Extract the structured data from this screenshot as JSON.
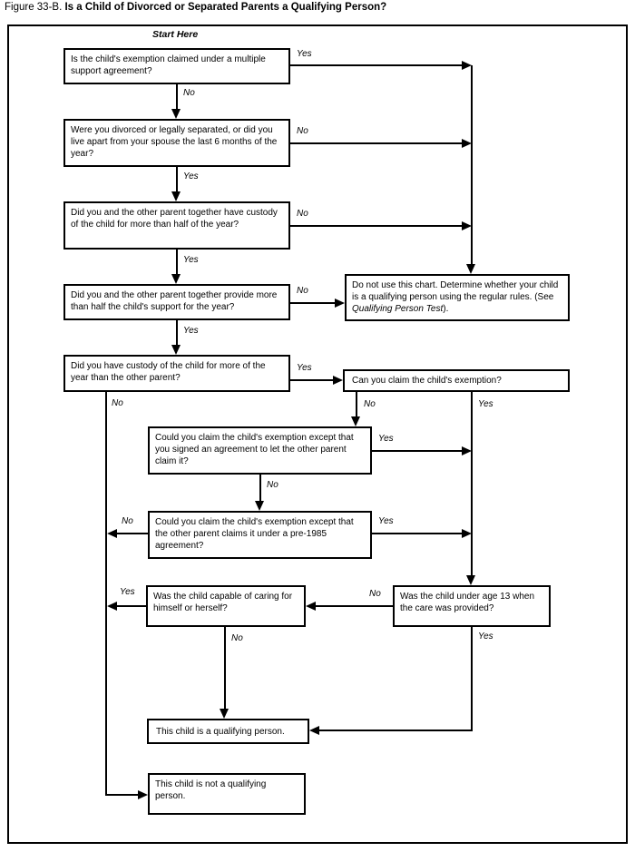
{
  "title": {
    "figure_label": "Figure 33-B.",
    "figure_title": "Is a Child of Divorced or Separated Parents a Qualifying Person?"
  },
  "start_label": "Start Here",
  "nodes": {
    "multiple_support": {
      "text": "Is the child's exemption claimed under a multiple support agreement?"
    },
    "divorced_separated": {
      "text": "Were you divorced or legally separated, or did you live apart from your spouse the last 6 months of the year?"
    },
    "custody_together": {
      "text": "Did you and the other parent together have custody of the child for more than half of the year?"
    },
    "support_together": {
      "text": "Did you and the other parent together provide more than half the child's support for the year?"
    },
    "do_not_use": {
      "text_before": "Do not use this chart. Determine whether your child is a qualifying person using the regular rules. (See ",
      "italic": "Qualifying Person Test",
      "text_after": ")."
    },
    "custody_more": {
      "text": "Did you have custody of the child for more of the year than the other parent?"
    },
    "claim_exemption": {
      "text": "Can you claim the child's exemption?"
    },
    "signed_agreement": {
      "text": "Could you claim the child's exemption except that you signed an agreement to let the other parent claim it?"
    },
    "pre_1985": {
      "text": "Could you claim the child's exemption except that the other parent claims it under a pre-1985 agreement?"
    },
    "capable_caring": {
      "text": "Was the child capable of caring for himself or herself?"
    },
    "under_age_13": {
      "text": "Was the child under age 13 when the care was provided?"
    },
    "qualifying": {
      "text": "This child is a qualifying person."
    },
    "not_qualifying": {
      "text": "This child is not a qualifying person."
    }
  },
  "edge_labels": {
    "a_yes": "Yes",
    "a_no": "No",
    "b_no": "No",
    "b_yes": "Yes",
    "c_no": "No",
    "c_yes": "Yes",
    "d_no": "No",
    "d_yes": "Yes",
    "e_yes": "Yes",
    "e_no": "No",
    "f_no": "No",
    "f_yes": "Yes",
    "g_yes": "Yes",
    "g_no": "No",
    "h_no": "No",
    "h_yes": "Yes",
    "i_no": "No",
    "i_yes": "Yes",
    "j_yes": "Yes",
    "j_no": "No"
  },
  "colors": {
    "ink": "#000000",
    "paper": "#ffffff"
  }
}
